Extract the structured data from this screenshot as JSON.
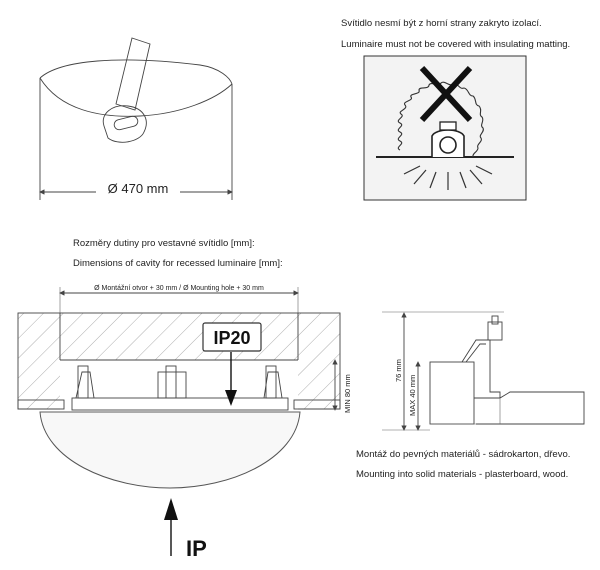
{
  "texts": {
    "diameter": "Ø 470 mm",
    "warning_cz": "Svítidlo nesmí být z horní strany zakryto izolací.",
    "warning_en": "Luminaire must not be covered with insulating matting.",
    "cavity_cz": "Rozměry dutiny pro vestavné svítidlo [mm]:",
    "cavity_en": "Dimensions of cavity for recessed luminaire [mm]:",
    "mounting_hole": "Ø Montážní otvor + 30 mm / Ø Mounting hole + 30 mm",
    "ip20": "IP20",
    "ip": "IP",
    "min_depth": "MIN 80 mm",
    "height_76": "76 mm",
    "max_40": "MAX 40 mm",
    "mount_cz": "Montáž do pevných materiálů - sádrokarton, dřevo.",
    "mount_en": "Mounting into solid materials - plasterboard, wood."
  },
  "icons": {
    "prohibited": "cross-mark-icon",
    "arrow_down": "arrow-down-icon",
    "arrow_up": "arrow-up-icon"
  },
  "colors": {
    "line": "#444444",
    "panel_bg": "#f3f3f3",
    "cross": "#111111"
  }
}
